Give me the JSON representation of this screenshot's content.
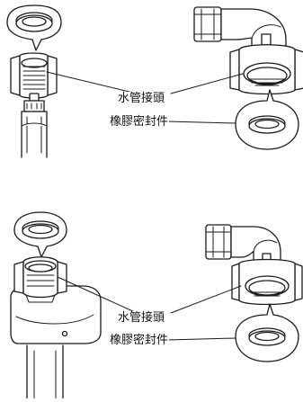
{
  "panels": [
    {
      "joint_label": "水管接頭",
      "seal_label": "橡膠密封件"
    },
    {
      "joint_label": "水管接頭",
      "seal_label": "橡膠密封件"
    }
  ]
}
